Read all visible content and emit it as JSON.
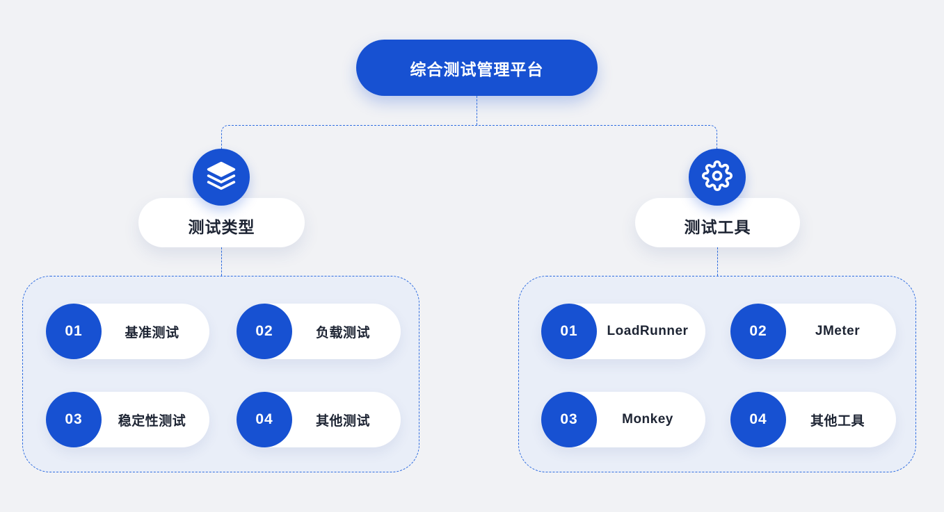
{
  "colors": {
    "primary": "#1751d2",
    "dashed_line": "#2e6ce0",
    "panel_fill": "#e9eef8",
    "background": "#f1f2f5",
    "text_dark": "#1d2433"
  },
  "root": {
    "label": "综合测试管理平台"
  },
  "branches": [
    {
      "label": "测试类型",
      "icon": "layers-icon",
      "items": [
        {
          "num": "01",
          "label": "基准测试"
        },
        {
          "num": "02",
          "label": "负载测试"
        },
        {
          "num": "03",
          "label": "稳定性测试"
        },
        {
          "num": "04",
          "label": "其他测试"
        }
      ]
    },
    {
      "label": "测试工具",
      "icon": "gear-icon",
      "items": [
        {
          "num": "01",
          "label": "LoadRunner"
        },
        {
          "num": "02",
          "label": "JMeter"
        },
        {
          "num": "03",
          "label": "Monkey"
        },
        {
          "num": "04",
          "label": "其他工具"
        }
      ]
    }
  ]
}
